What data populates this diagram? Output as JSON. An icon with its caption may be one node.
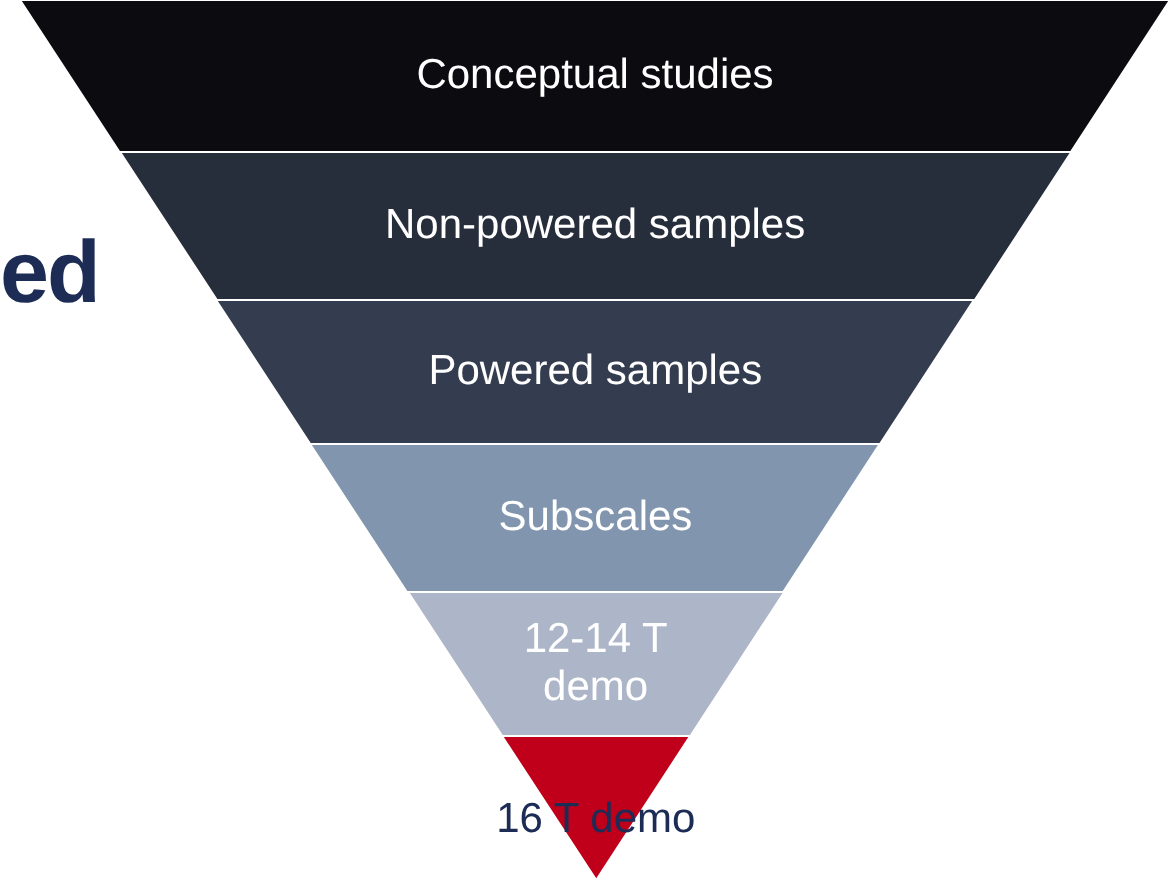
{
  "diagram": {
    "nodes": [
      {
        "text": [
          "Conceptual studies"
        ]
      },
      {
        "text": [
          "Non-powered samples"
        ]
      },
      {
        "text": [
          "Powered samples"
        ]
      },
      {
        "text": [
          "Subscales"
        ]
      },
      {
        "text": [
          "12-14 T demo"
        ]
      },
      {
        "text": [
          "16 T demo"
        ]
      }
    ],
    "labels": [
      "ed"
    ]
  }
}
